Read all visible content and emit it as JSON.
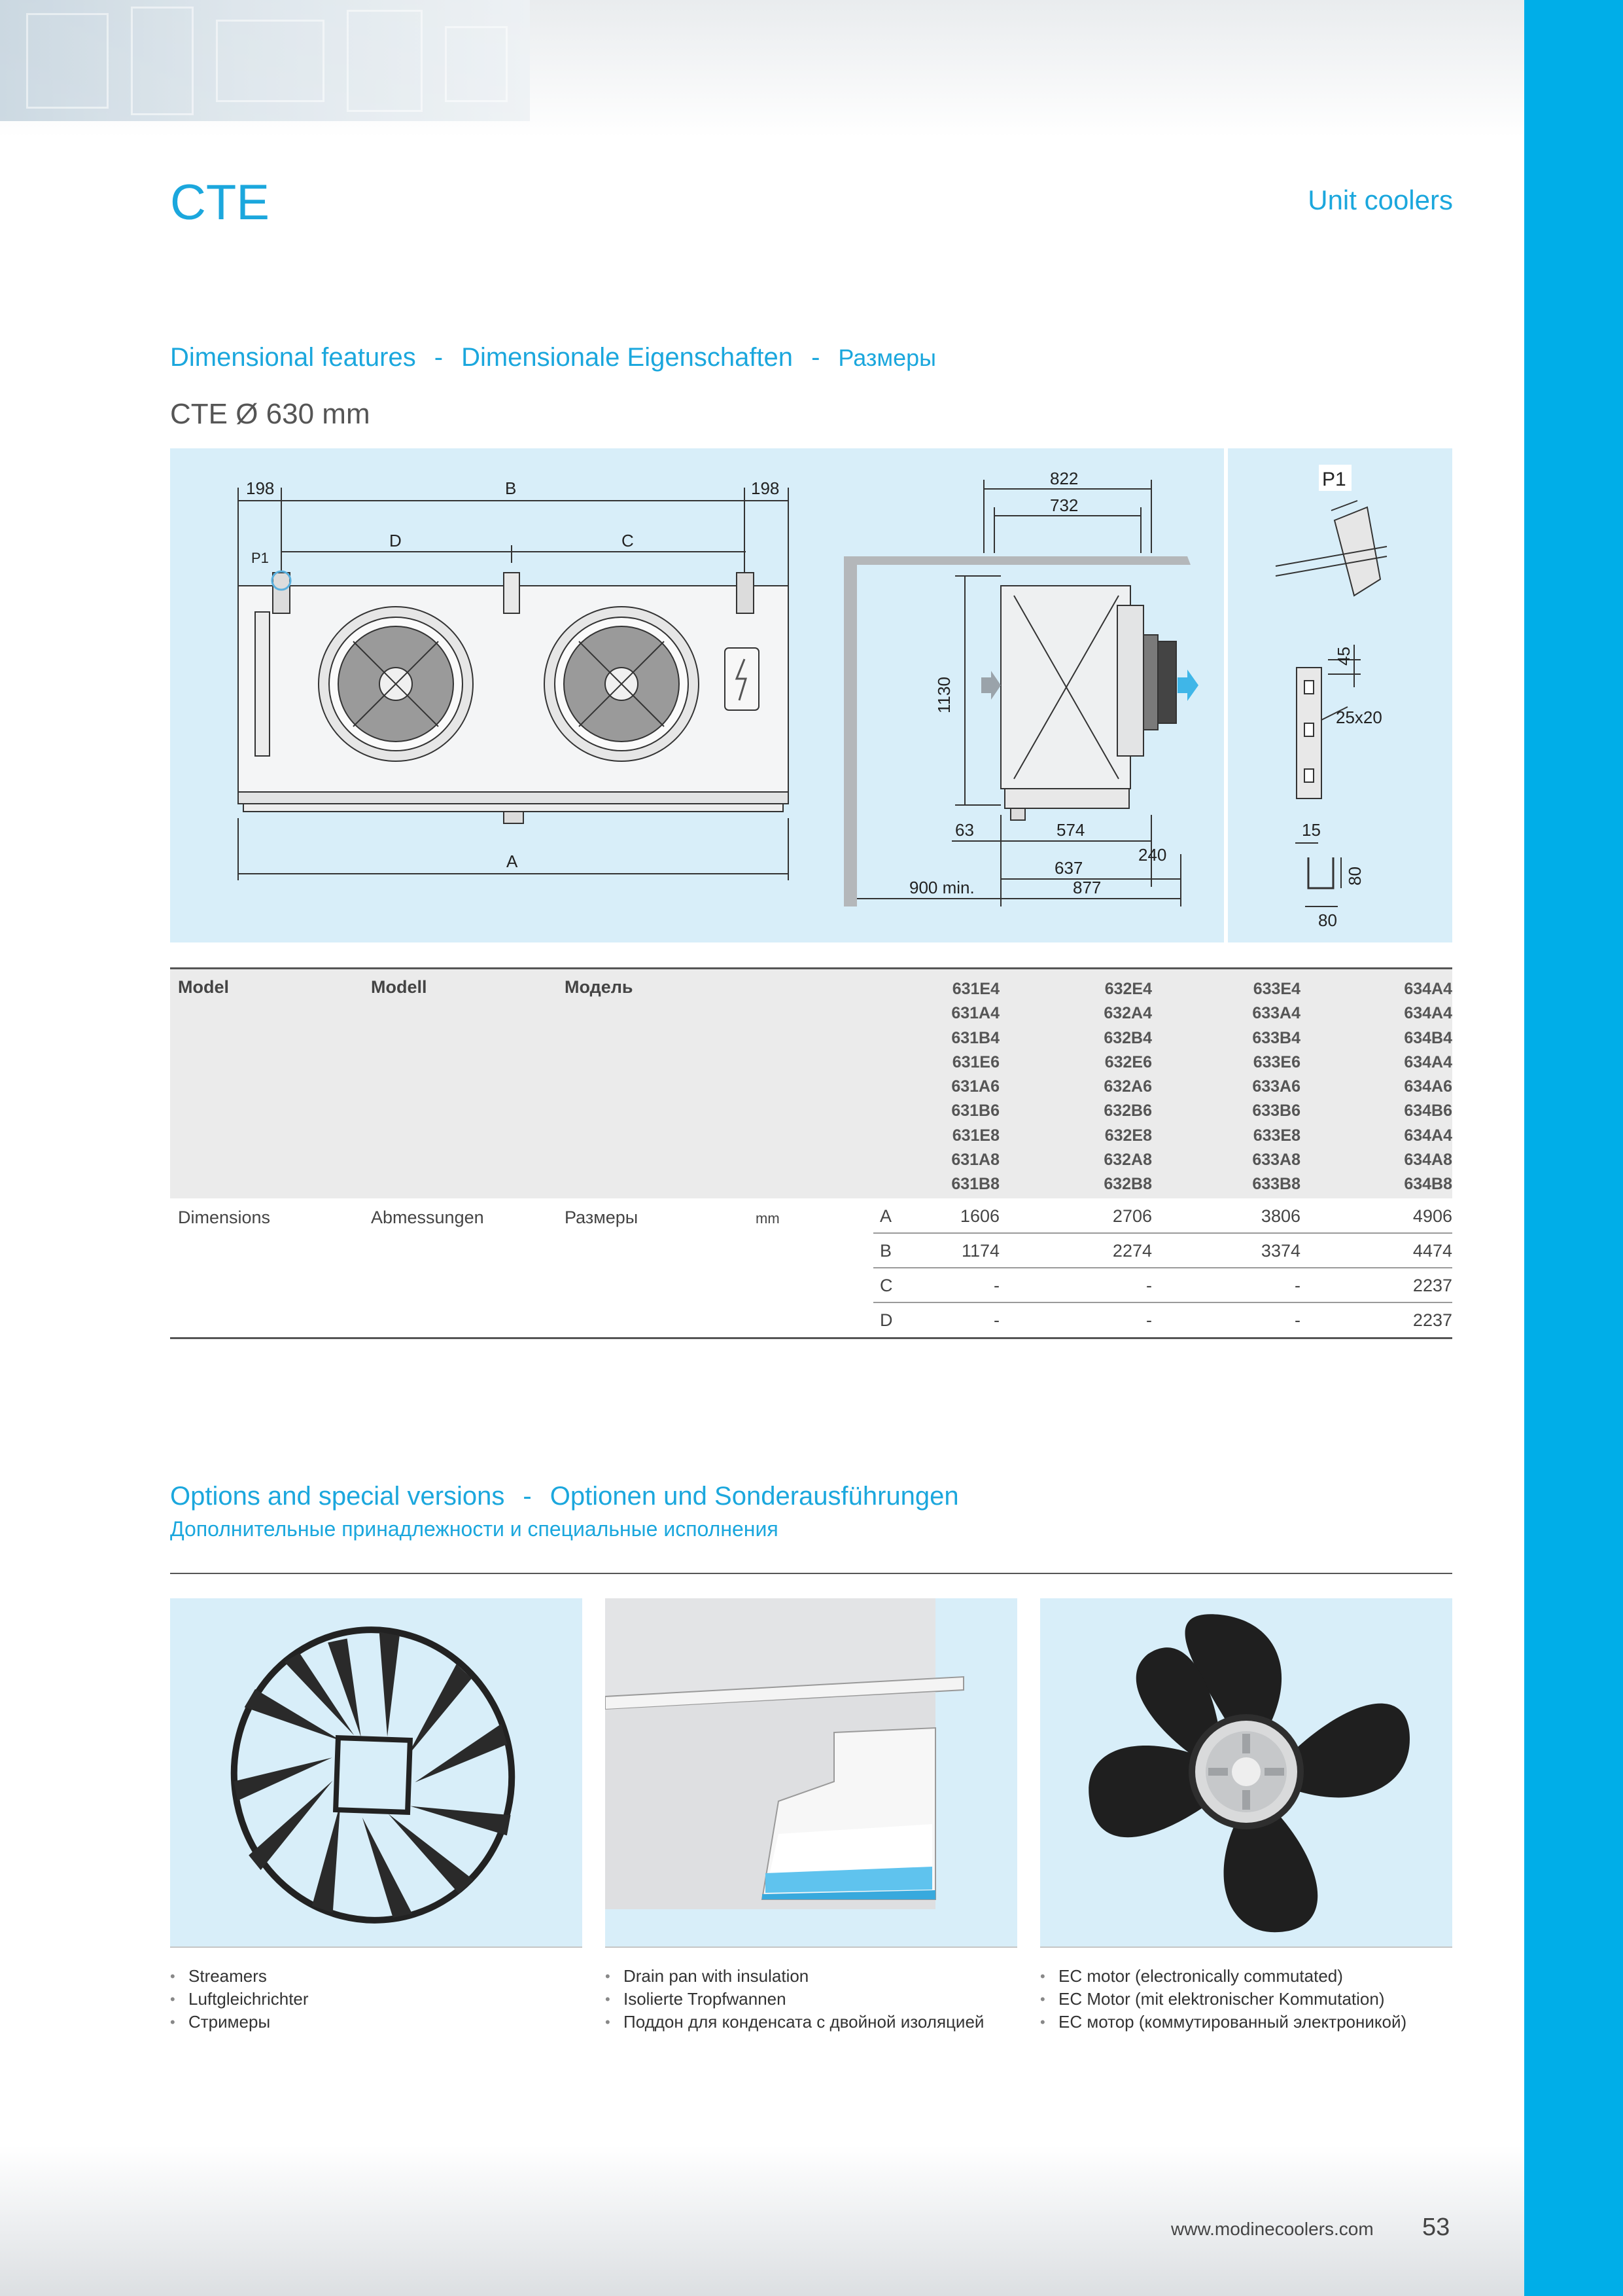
{
  "header": {
    "title": "CTE",
    "section": "Unit coolers"
  },
  "dimensional": {
    "heading_en": "Dimensional features",
    "heading_sep": "-",
    "heading_de": "Dimensionale Eigenschaften",
    "heading_ru": "Размеры",
    "subheading": "CTE Ø 630 mm"
  },
  "drawing": {
    "front_labels": {
      "left_198": "198",
      "b": "B",
      "right_198": "198",
      "d": "D",
      "c": "C",
      "p1": "P1",
      "a": "A"
    },
    "side_labels": {
      "w822": "822",
      "w732": "732",
      "h1130": "1130",
      "d63": "63",
      "d574": "574",
      "d637": "637",
      "d240": "240",
      "d900": "900 min.",
      "d877": "877"
    },
    "detail_labels": {
      "p1": "P1",
      "d45": "45",
      "d25x20": "25x20",
      "d15": "15",
      "d80v": "80",
      "d80h": "80"
    }
  },
  "table": {
    "headers": {
      "en": "Model",
      "de": "Modell",
      "ru": "Модель"
    },
    "models": [
      [
        "631E4",
        "631A4",
        "631B4",
        "631E6",
        "631A6",
        "631B6",
        "631E8",
        "631A8",
        "631B8"
      ],
      [
        "632E4",
        "632A4",
        "632B4",
        "632E6",
        "632A6",
        "632B6",
        "632E8",
        "632A8",
        "632B8"
      ],
      [
        "633E4",
        "633A4",
        "633B4",
        "633E6",
        "633A6",
        "633B6",
        "633E8",
        "633A8",
        "633B8"
      ],
      [
        "634A4",
        "634A4",
        "634B4",
        "634A4",
        "634A6",
        "634B6",
        "634A4",
        "634A8",
        "634B8"
      ]
    ],
    "dim_labels": {
      "en": "Dimensions",
      "de": "Abmessungen",
      "ru": "Размеры",
      "unit": "mm"
    },
    "rows": [
      {
        "letter": "A",
        "values": [
          "1606",
          "2706",
          "3806",
          "4906"
        ]
      },
      {
        "letter": "B",
        "values": [
          "1174",
          "2274",
          "3374",
          "4474"
        ]
      },
      {
        "letter": "C",
        "values": [
          "-",
          "-",
          "-",
          "2237"
        ]
      },
      {
        "letter": "D",
        "values": [
          "-",
          "-",
          "-",
          "2237"
        ]
      }
    ]
  },
  "options": {
    "heading_en": "Options and special versions",
    "heading_sep": "-",
    "heading_de": "Optionen und Sonderausführungen",
    "heading_ru": "Дополнительные принадлежности и специальные исполнения",
    "items": [
      {
        "lines": [
          "Streamers",
          "Luftgleichrichter",
          "Стримеры"
        ]
      },
      {
        "lines": [
          "Drain pan with insulation",
          "Isolierte Tropfwannen",
          "Поддон для конденсата с двойной изоляцией"
        ]
      },
      {
        "lines": [
          "EC motor (electronically commutated)",
          "EC Motor (mit elektronischer Kommutation)",
          "EC мотор (коммутированный электроникой)"
        ]
      }
    ]
  },
  "footer": {
    "url": "www.modinecoolers.com",
    "page": "53"
  },
  "colors": {
    "accent": "#1ba7dd",
    "strip": "#00aee8",
    "panel": "#d8eef9"
  }
}
